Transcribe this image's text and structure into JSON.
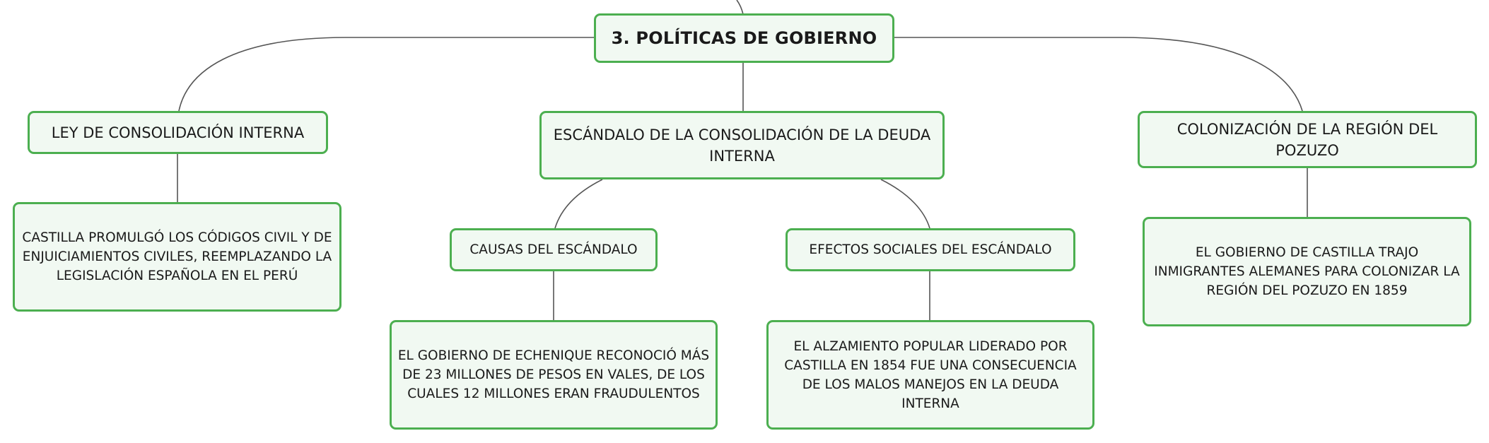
{
  "map": {
    "root": {
      "label": "3. POLÍTICAS DE GOBIERNO"
    },
    "branches": [
      {
        "label": "LEY DE CONSOLIDACIÓN INTERNA",
        "children": [
          {
            "label": "CASTILLA PROMULGÓ LOS CÓDIGOS CIVIL Y DE ENJUICIAMIENTOS CIVILES, REEMPLAZANDO LA LEGISLACIÓN ESPAÑOLA EN EL PERÚ"
          }
        ]
      },
      {
        "label": "ESCÁNDALO DE LA CONSOLIDACIÓN DE LA DEUDA INTERNA",
        "children": [
          {
            "label": "CAUSAS DEL ESCÁNDALO",
            "children": [
              {
                "label": "EL GOBIERNO DE ECHENIQUE RECONOCIÓ MÁS DE 23 MILLONES DE PESOS EN VALES, DE LOS CUALES 12 MILLONES ERAN FRAUDULENTOS"
              }
            ]
          },
          {
            "label": "EFECTOS SOCIALES DEL ESCÁNDALO",
            "children": [
              {
                "label": "EL ALZAMIENTO POPULAR LIDERADO POR CASTILLA EN 1854 FUE UNA CONSECUENCIA DE LOS MALOS MANEJOS EN LA DEUDA INTERNA"
              }
            ]
          }
        ]
      },
      {
        "label": "COLONIZACIÓN DE LA REGIÓN DEL POZUZO",
        "children": [
          {
            "label": "EL GOBIERNO DE CASTILLA TRAJO INMIGRANTES ALEMANES PARA COLONIZAR LA REGIÓN DEL POZUZO EN 1859"
          }
        ]
      }
    ]
  },
  "colors": {
    "node_border": "#4caf50",
    "node_fill": "#f1f9f2",
    "connector": "#555555",
    "text": "#1a1a1a"
  }
}
